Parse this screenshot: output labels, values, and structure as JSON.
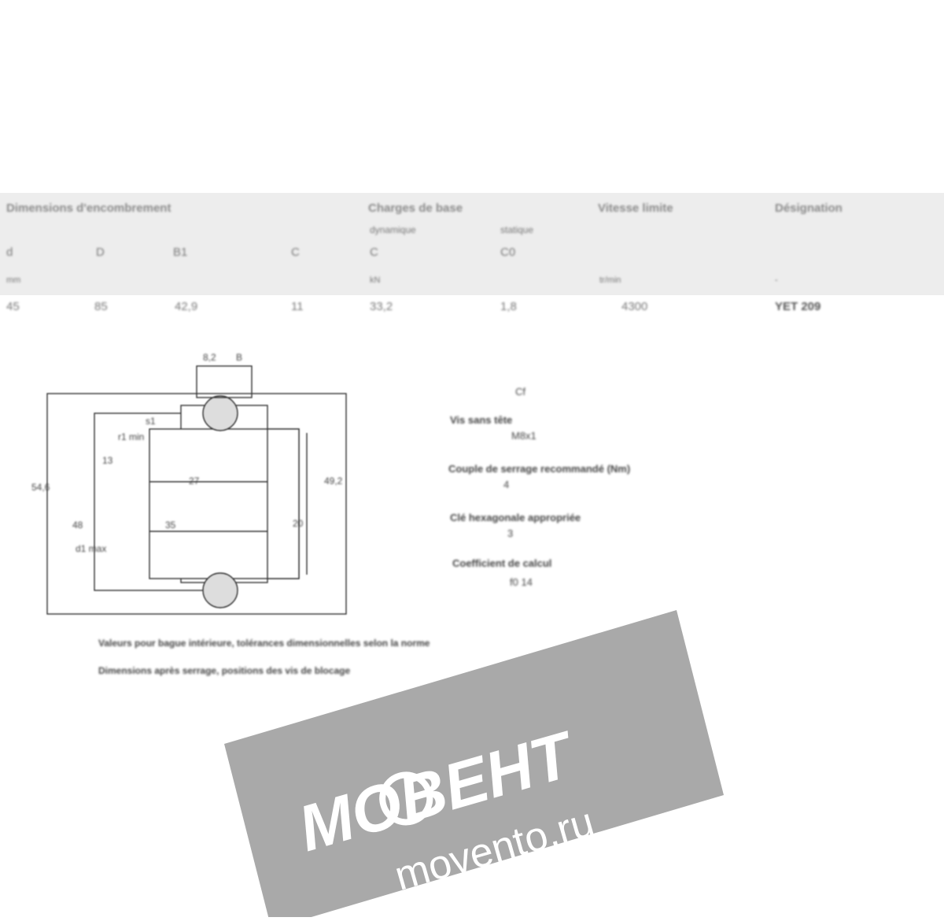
{
  "table": {
    "group_headers": [
      "Dimensions d'encombrement",
      "Charges de base",
      "Vitesse limite",
      "Désignation"
    ],
    "sub_headers": [
      "dynamique",
      "statique"
    ],
    "columns": [
      "d",
      "D",
      "B1",
      "C",
      "C",
      "C0",
      "",
      ""
    ],
    "units": [
      "mm",
      "kN",
      "tr/min",
      "-"
    ],
    "row": [
      "45",
      "85",
      "42,9",
      "11",
      "33,2",
      "1,8",
      "4300",
      "YET 209"
    ]
  },
  "drawing": {
    "dims": [
      "8,2",
      "13",
      "27",
      "49,2",
      "54,6",
      "35",
      "48",
      "20"
    ],
    "labels": [
      "r1 min",
      "d1 max",
      "s1",
      "B"
    ]
  },
  "side_info": {
    "title": "Cf",
    "items": [
      {
        "label": "Vis sans tête",
        "value": "M8x1"
      },
      {
        "label": "Couple de serrage recommandé (Nm)",
        "value": "4"
      },
      {
        "label": "Clé hexagonale appropriée",
        "value": "3"
      },
      {
        "label": "Coefficient de calcul",
        "value": "f0 14"
      }
    ]
  },
  "notes": [
    "Valeurs pour bague intérieure, tolérances dimensionnelles selon la norme",
    "Dimensions après serrage, positions des vis de blocage"
  ],
  "watermark": {
    "brand": "МОВЕНТ",
    "url": "movento.ru",
    "color": "#9a9a9a"
  }
}
